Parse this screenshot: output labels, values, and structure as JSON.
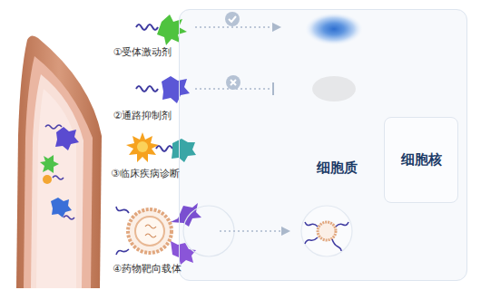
{
  "diagram": {
    "nodes": [
      {
        "text": [
          "细胞质"
        ]
      },
      {
        "text": [
          "细胞核"
        ],
        "in": 0
      }
    ],
    "edges": [],
    "labels": [
      "①受体激动剂",
      "②通路抑制剂",
      "③临床疾病诊断",
      "④药物靶向载体"
    ]
  }
}
